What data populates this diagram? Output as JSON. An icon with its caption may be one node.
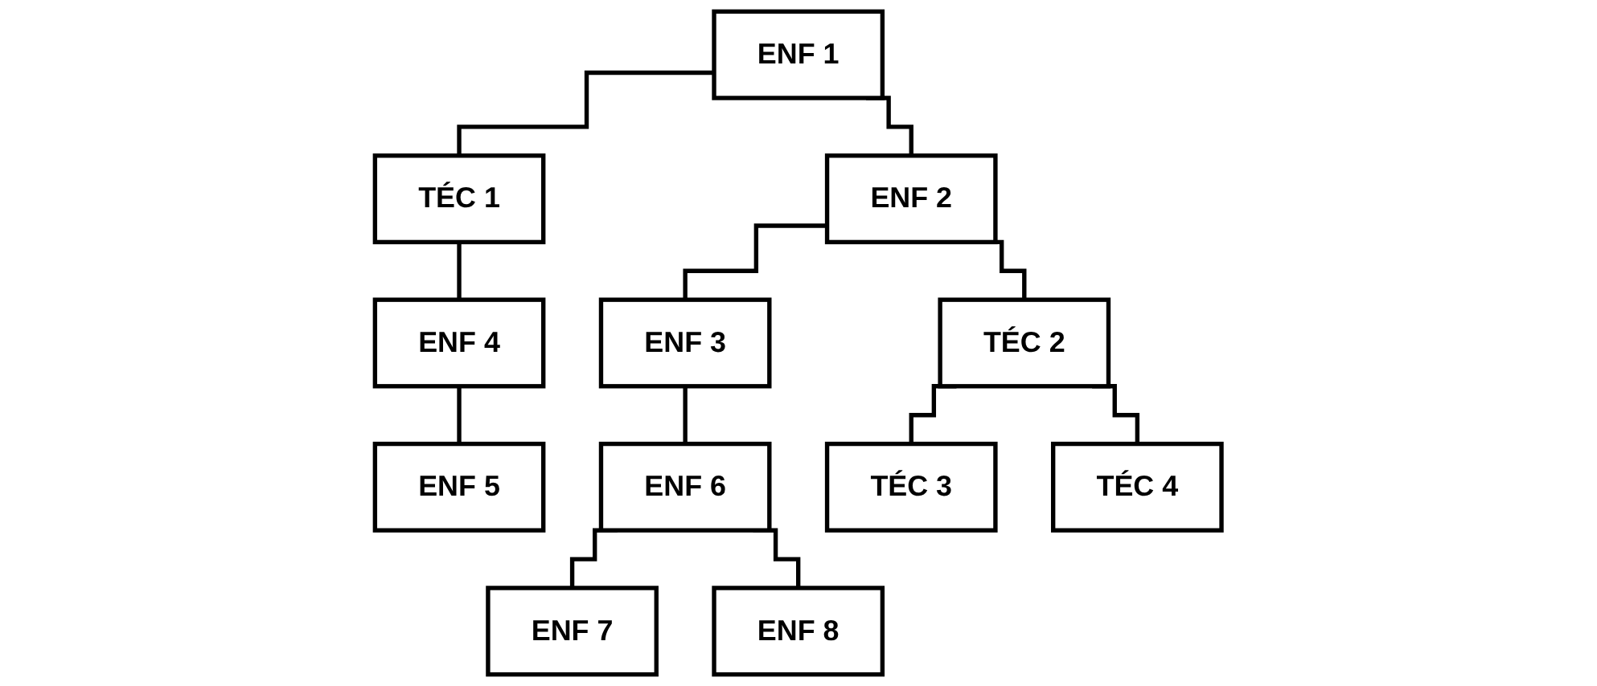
{
  "diagram": {
    "nodes": [
      {
        "text": [
          "ENF 1"
        ]
      },
      {
        "text": [
          "TÉC 1"
        ]
      },
      {
        "text": [
          "ENF 2"
        ]
      },
      {
        "text": [
          "ENF 4"
        ]
      },
      {
        "text": [
          "ENF 3"
        ]
      },
      {
        "text": [
          "TÉC 2"
        ]
      },
      {
        "text": [
          "TÉC 3"
        ]
      },
      {
        "text": [
          "ENF 6"
        ]
      },
      {
        "text": [
          "TÉC 4"
        ]
      },
      {
        "text": [
          "ENF 5"
        ]
      },
      {
        "text": [
          "ENF 7"
        ]
      },
      {
        "text": [
          "ENF 8"
        ]
      }
    ],
    "edges": [
      {
        "from": 0,
        "to": 1,
        "arrow": "none"
      },
      {
        "from": 0,
        "to": 2,
        "arrow": "none"
      },
      {
        "from": 1,
        "to": 3,
        "arrow": "none"
      },
      {
        "from": 3,
        "to": 9,
        "arrow": "none"
      },
      {
        "from": 2,
        "to": 4,
        "arrow": "none"
      },
      {
        "from": 2,
        "to": 5,
        "arrow": "none"
      },
      {
        "from": 4,
        "to": 7,
        "arrow": "none"
      },
      {
        "from": 7,
        "to": 10,
        "arrow": "none"
      },
      {
        "from": 7,
        "to": 11,
        "arrow": "none"
      },
      {
        "from": 5,
        "to": 6,
        "arrow": "none"
      },
      {
        "from": 5,
        "to": 8,
        "arrow": "none"
      }
    ]
  }
}
